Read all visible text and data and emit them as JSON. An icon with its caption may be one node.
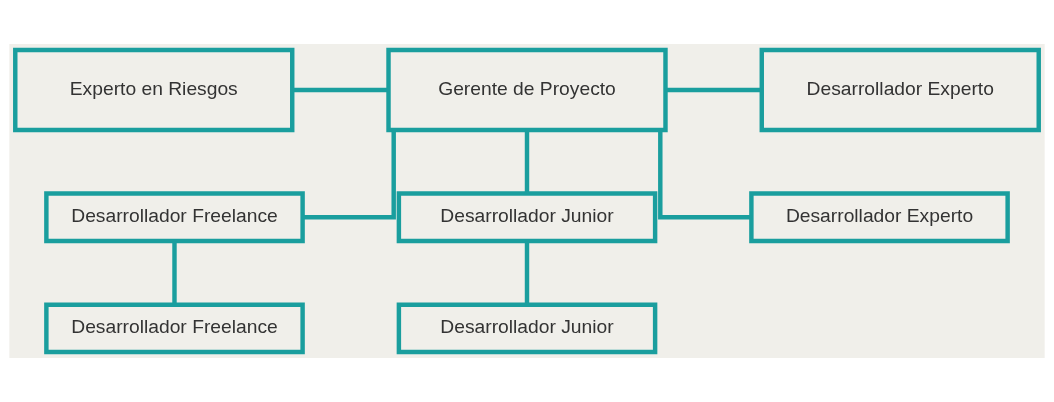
{
  "diagram": {
    "nodes": [
      {
        "text": [
          "Experto en Riesgos"
        ]
      },
      {
        "text": [
          "Gerente de Proyecto"
        ]
      },
      {
        "text": [
          "Desarrollador Experto"
        ]
      },
      {
        "text": [
          "Desarrollador Freelance"
        ]
      },
      {
        "text": [
          "Desarrollador Junior"
        ]
      },
      {
        "text": [
          "Desarrollador Experto"
        ]
      },
      {
        "text": [
          "Desarrollador Freelance"
        ]
      },
      {
        "text": [
          "Desarrollador Junior"
        ]
      }
    ],
    "edges": [
      {
        "from": 0,
        "to": 1,
        "arrow": "none"
      },
      {
        "from": 1,
        "to": 2,
        "arrow": "none"
      },
      {
        "from": 1,
        "to": 3,
        "arrow": "none"
      },
      {
        "from": 1,
        "to": 4,
        "arrow": "none"
      },
      {
        "from": 1,
        "to": 5,
        "arrow": "none"
      },
      {
        "from": 3,
        "to": 6,
        "arrow": "none"
      },
      {
        "from": 4,
        "to": 7,
        "arrow": "none"
      }
    ]
  }
}
